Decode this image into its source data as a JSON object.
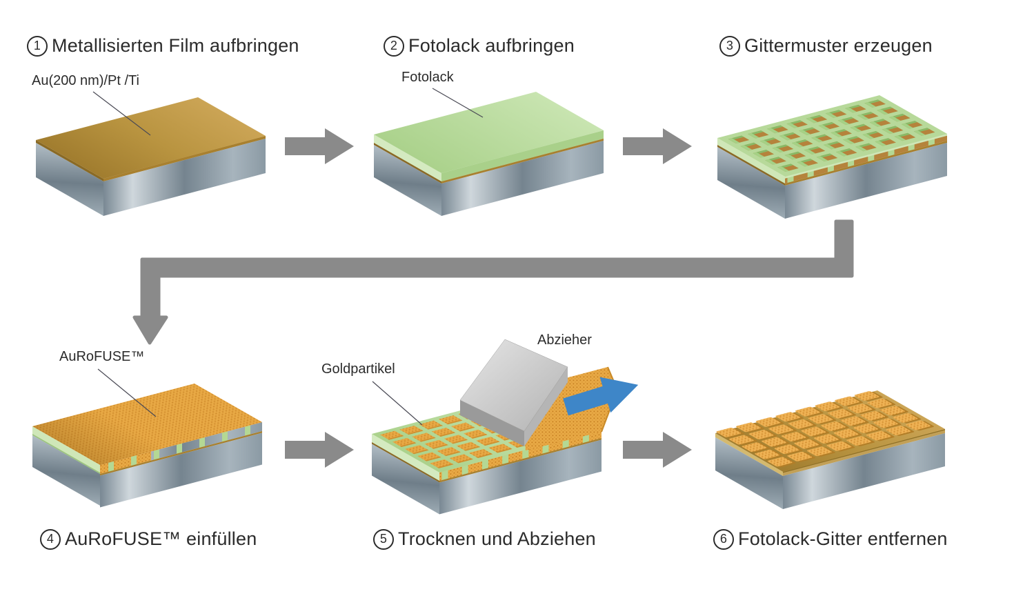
{
  "diagram": {
    "steps": [
      {
        "number": "1",
        "label": "Metallisierten Film aufbringen",
        "annotation": "Au(200 nm)/Pt /Ti"
      },
      {
        "number": "2",
        "label": "Fotolack aufbringen",
        "annotation": "Fotolack"
      },
      {
        "number": "3",
        "label": "Gittermuster erzeugen"
      },
      {
        "number": "4",
        "label": "AuRoFUSE™ einfüllen",
        "annotation": "AuRoFUSE™"
      },
      {
        "number": "5",
        "label": "Trocknen und Abziehen",
        "annotation_particles": "Goldpartikel",
        "annotation_squeegee": "Abzieher"
      },
      {
        "number": "6",
        "label": "Fotolack-Gitter entfernen"
      }
    ],
    "colors": {
      "text": "#2b2b2b",
      "arrow_gray": "#8a8a8a",
      "peel_arrow_blue": "#3e86c8",
      "gold_film": "#c0984a",
      "gold_edge": "#a8802f",
      "photoresist_green": "#b9da9e",
      "photoresist_light": "#cfe7b8",
      "photoresist_side": "#a9d08a",
      "photoresist_wall": "#b4d894",
      "paste_orange": "#e8a945",
      "paste_dot": "#c67f22",
      "hole_floor_brown": "#b5833c",
      "substrate_gray": "#93a2ac",
      "squeegee_gray": "#cccccc",
      "leader_line": "#4a4a55"
    }
  }
}
